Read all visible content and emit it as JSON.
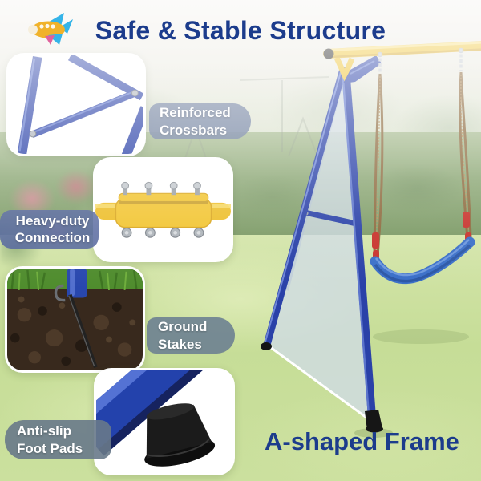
{
  "header": {
    "title": "Safe & Stable Structure",
    "logo_icon": "toy-airplane-logo"
  },
  "callouts": [
    {
      "label": "Reinforced\nCrossbars",
      "photo_icon": "crossbar-joint-photo"
    },
    {
      "label": "Heavy-duty\nConnection",
      "photo_icon": "bolted-pole-connection-photo"
    },
    {
      "label": "Ground\nStakes",
      "photo_icon": "ground-stake-soil-photo"
    },
    {
      "label": "Anti-slip\nFoot Pads",
      "photo_icon": "rubber-foot-pad-photo"
    }
  ],
  "main_image": {
    "caption": "A-shaped Frame"
  },
  "colors": {
    "title_text": "#1c3c8c",
    "beam_yellow": "#eec22f",
    "frame_blue": "#2a41a8",
    "swing_seat_blue": "#3a6fc8",
    "rope_brown": "#8d6a3e",
    "rope_clamp_red": "#c8322b",
    "label_pill_slate": "#64748f"
  }
}
